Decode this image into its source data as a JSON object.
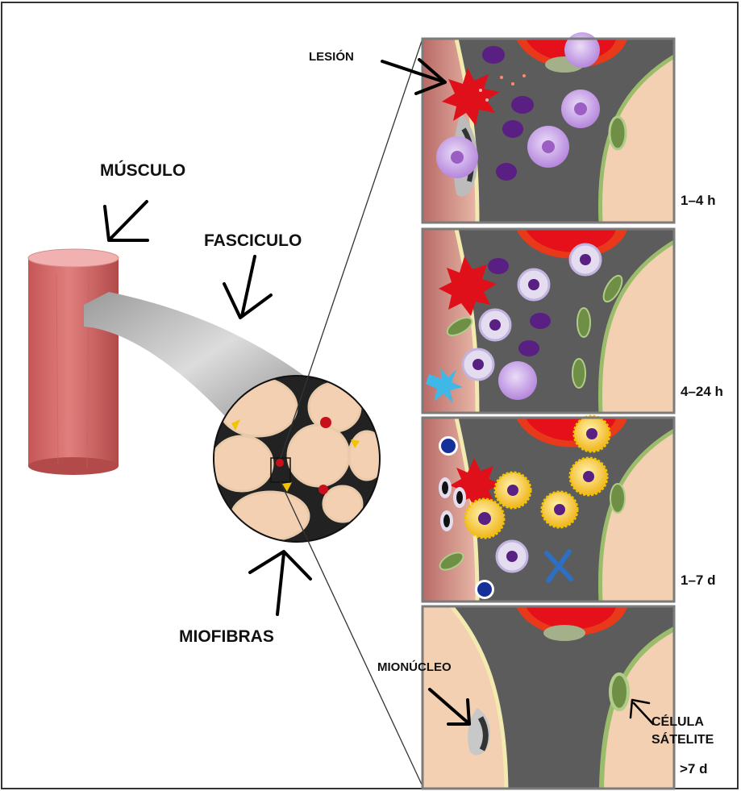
{
  "labels": {
    "musculo": "MÚSCULO",
    "fasciculo": "FASCICULO",
    "miofibras": "MIOFIBRAS",
    "lesion": "LESIÓN",
    "mionucleo": "MIONÚCLEO",
    "celula_line1": "CÉLULA",
    "celula_line2": "SÁTELITE"
  },
  "panels": [
    {
      "time": "1–4 h"
    },
    {
      "time": "4–24 h"
    },
    {
      "time": "1–7 d"
    },
    {
      "time": ">7 d"
    }
  ],
  "colors": {
    "muscle": "#d9706f",
    "fiber": "#f5d2b4",
    "space": "#5c5c5c",
    "injury": "#e0101a",
    "neutrophil": "#c69ae6",
    "macrophage": "#f3c52a",
    "satellite": "#7d9d56"
  }
}
